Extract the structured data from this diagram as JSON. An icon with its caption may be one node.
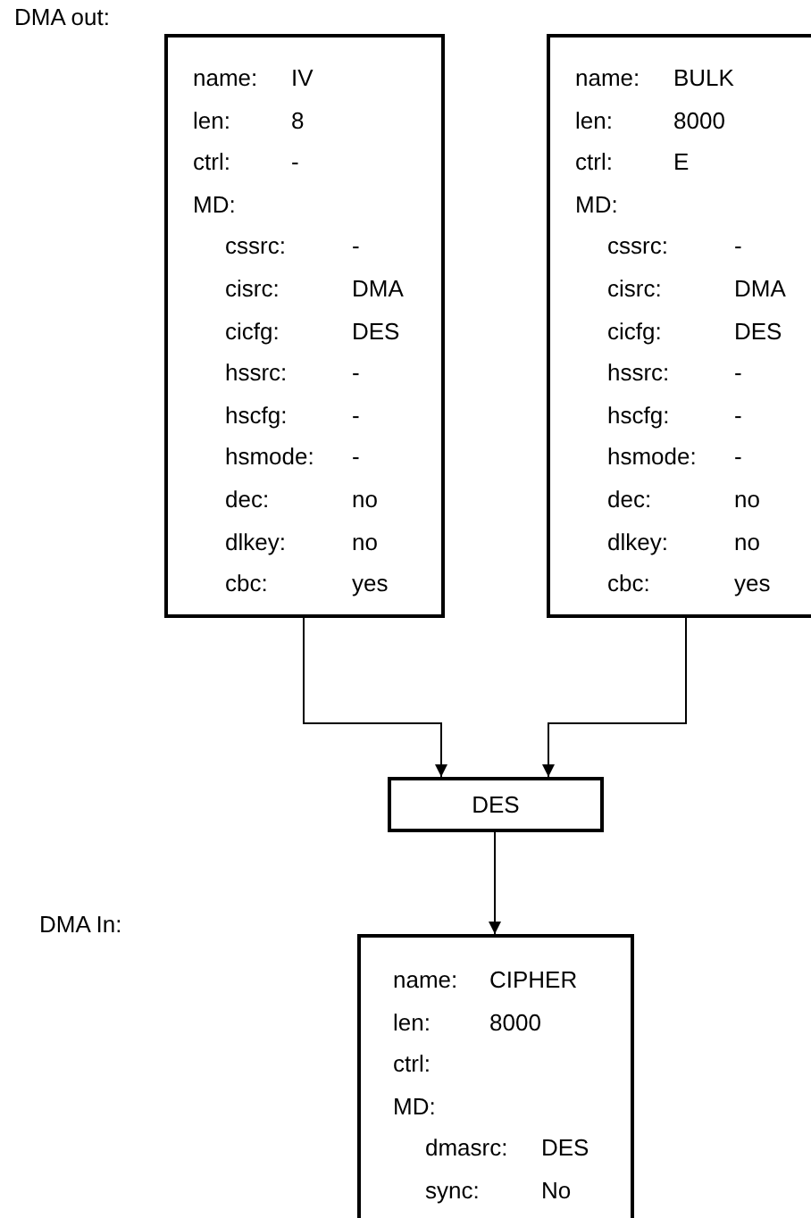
{
  "diagram": {
    "nodes": [
      {
        "text": [
          "name: IV",
          "len: 8",
          "ctrl: -",
          "MD:",
          "cssrc: -",
          "cisrc: DMA",
          "cicfg: DES",
          "hssrc: -",
          "hscfg: -",
          "hsmode: -",
          "dec: no",
          "dlkey: no",
          "cbc: yes"
        ]
      },
      {
        "text": [
          "name: BULK",
          "len: 8000",
          "ctrl: E",
          "MD:",
          "cssrc: -",
          "cisrc: DMA",
          "cicfg: DES",
          "hssrc: -",
          "hscfg: -",
          "hsmode: -",
          "dec: no",
          "dlkey: no",
          "cbc: yes"
        ]
      },
      {
        "text": [
          "DES"
        ]
      },
      {
        "text": [
          "name: CIPHER",
          "len: 8000",
          "ctrl:",
          "MD:",
          "dmasrc: DES",
          "sync: No"
        ]
      }
    ],
    "edges": [
      {
        "from": 0,
        "to": 2,
        "arrow": "to"
      },
      {
        "from": 1,
        "to": 2,
        "arrow": "to"
      },
      {
        "from": 2,
        "to": 3,
        "arrow": "to"
      }
    ],
    "labels": [
      "DMA out:",
      "DMA In:"
    ]
  }
}
